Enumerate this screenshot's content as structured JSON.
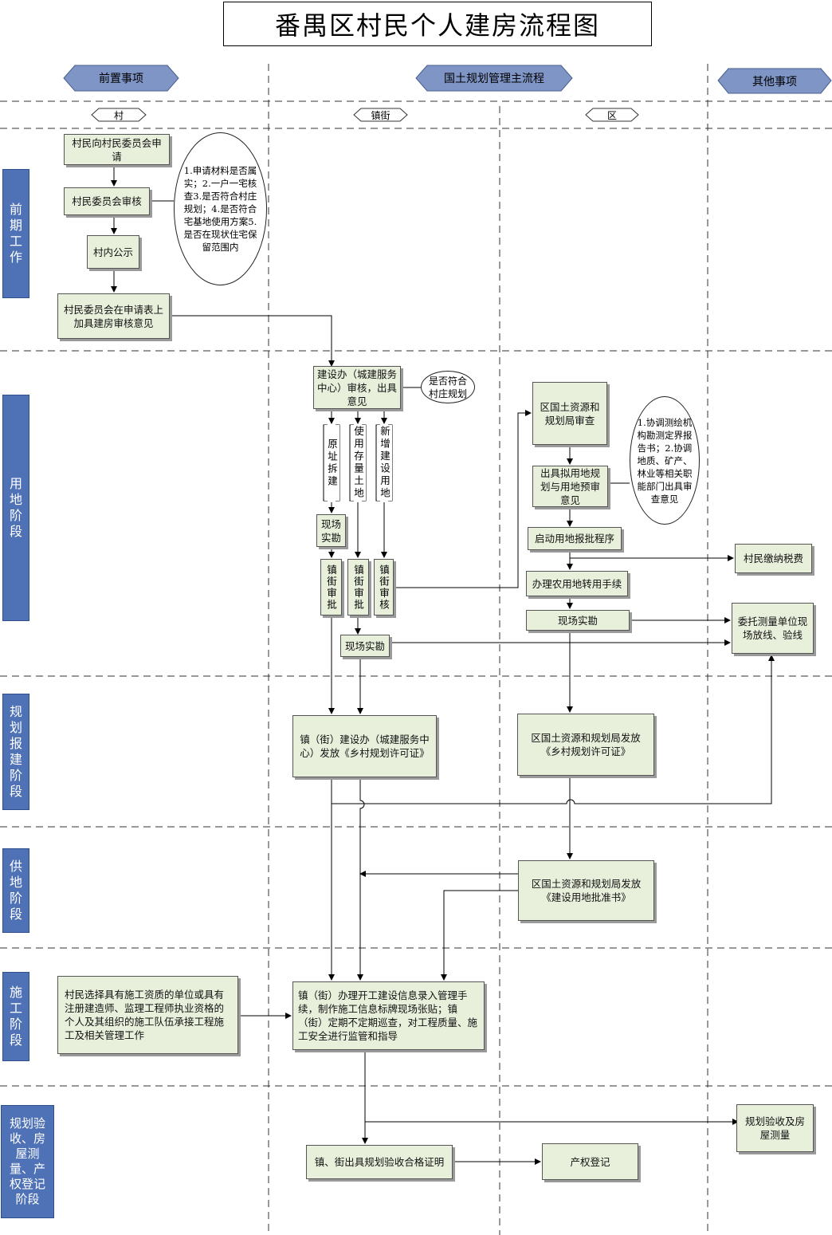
{
  "title": "番禺区村民个人建房流程图",
  "columns": {
    "left": "前置事项",
    "center": "国土规划管理主流程",
    "right": "其他事项",
    "village": "村",
    "town": "镇街",
    "district": "区"
  },
  "phases": [
    "前期工作",
    "用地阶段",
    "规划报建阶段",
    "供地阶段",
    "施工阶段",
    "规划验收、房屋测量、产权登记阶段"
  ],
  "boxes": {
    "apply": "村民向村民委员会申请",
    "review": "村民委员会审核",
    "publicity": "村内公示",
    "opinion": "村民委员会在申请表上加具建房审核意见",
    "town_review": "建设办（城建服务中心）审核，出具意见",
    "district_review": "区国土资源和规划局审查",
    "land_plan": "出具拟用地规划与用地预审意见",
    "start_approval": "启动用地报批程序",
    "farmland_conversion": "办理农用地转用手续",
    "site_survey_district": "现场实勘",
    "pay_tax": "村民缴纳税费",
    "entrust_survey": "委托测量单位现场放线、验线",
    "site_survey_town_1": "现场实勘",
    "site_survey_town_2": "现场实勘",
    "town_approve_1": "镇街审批",
    "town_approve_2": "镇街审批",
    "town_check": "镇街审核",
    "town_permit": "镇（街）建设办（城建服务中心）发放《乡村规划许可证》",
    "district_permit": "区国土资源和规划局发放《乡村规划许可证》",
    "land_approval": "区国土资源和规划局发放《建设用地批准书》",
    "contractor": "村民选择具有施工资质的单位或具有注册建造师、监理工程师执业资格的个人及其组织的施工队伍承接工程施工及相关管理工作",
    "construction_mgmt": "镇（街）办理开工建设信息录入管理手续，制作施工信息标牌现场张贴；镇（街）定期不定期巡查，对工程质量、施工安全进行监管和指导",
    "acceptance_cert": "镇、街出具规划验收合格证明",
    "property_reg": "产权登记",
    "acceptance_measure": "规划验收及房屋测量"
  },
  "brackets": {
    "original_site": "原址拆建",
    "existing_land": "使用存量土地",
    "new_land": "新增建设用地"
  },
  "notes": {
    "village_check": "1.申请材料是否属实；2.一户一宅核查3.是否符合村庄规划；4.是否符合宅基地使用方案5.是否在现状住宅保留范围内",
    "town_plan_check": "是否符合村庄规划",
    "district_coord": "1.协调测绘机构勘测定界报告书；2.协调地质、矿产、林业等相关职能部门出具审查意见"
  },
  "colors": {
    "box_fill": "#e8f0dc",
    "phase_fill": "#4f72b6",
    "header_fill": "#7e95c6"
  }
}
